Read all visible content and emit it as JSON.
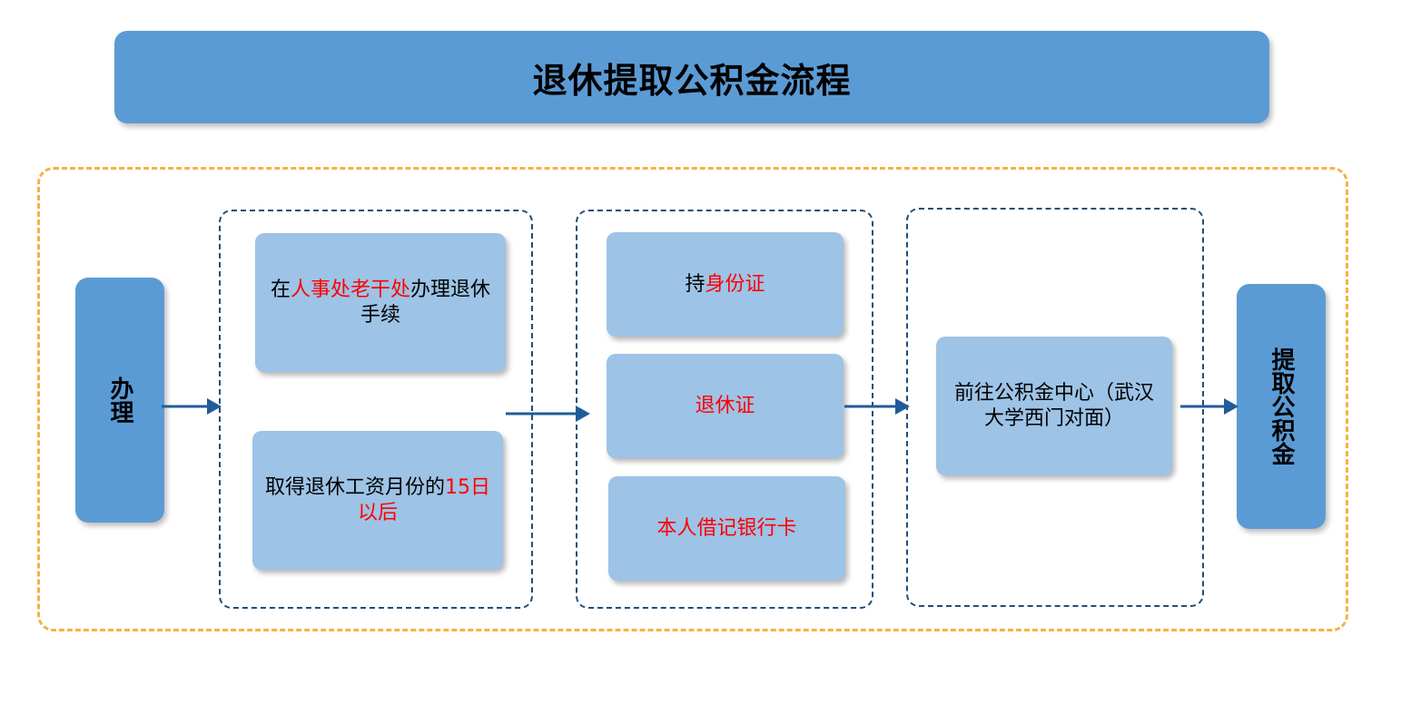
{
  "title": "退休提取公积金流程",
  "start_label": "办理",
  "end_label": "提取公积金",
  "group1": {
    "item1": {
      "pre": "在",
      "highlight": "人事处老干处",
      "post": "办理退休手续"
    },
    "item2": {
      "pre": "取得退休工资月份的",
      "highlight": "15日以后",
      "post": ""
    }
  },
  "group2": {
    "item1": {
      "pre": "持",
      "highlight": "身份证"
    },
    "item2": {
      "highlight": "退休证"
    },
    "item3": {
      "highlight": "本人借记银行卡"
    }
  },
  "group3": {
    "item1": {
      "text": "前往公积金中心（武汉大学西门对面）"
    }
  },
  "colors": {
    "title_bg": "#5b9bd5",
    "step_bg": "#9dc3e6",
    "outer_border": "#f4b342",
    "group_border": "#1f4e79",
    "arrow": "#1f5c99",
    "highlight": "#ff0000"
  }
}
